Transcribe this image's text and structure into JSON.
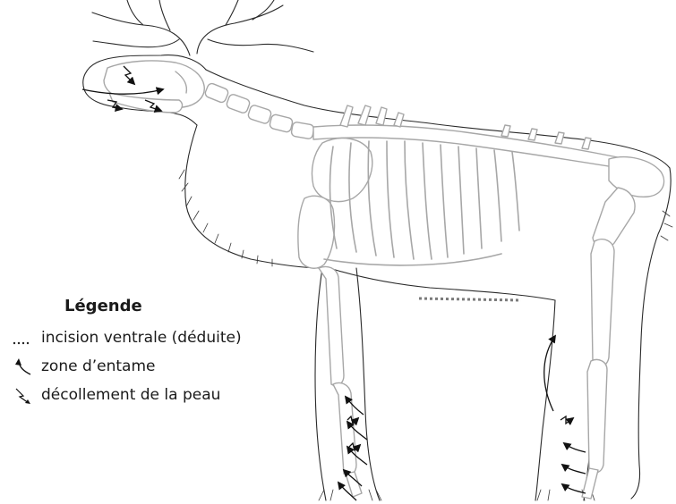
{
  "legend": {
    "title": "Légende",
    "items": [
      {
        "symbol": "dotted-line-icon",
        "label": "incision ventrale (déduite)"
      },
      {
        "symbol": "curved-arrow-icon",
        "label": "zone d’entame"
      },
      {
        "symbol": "lightning-arrow-icon",
        "label": "décollement de la peau"
      }
    ]
  },
  "colors": {
    "outline": "#2a2a2a",
    "skeleton": "#a7a7a7",
    "incision": "#7a7a7a",
    "arrows": "#111111"
  }
}
